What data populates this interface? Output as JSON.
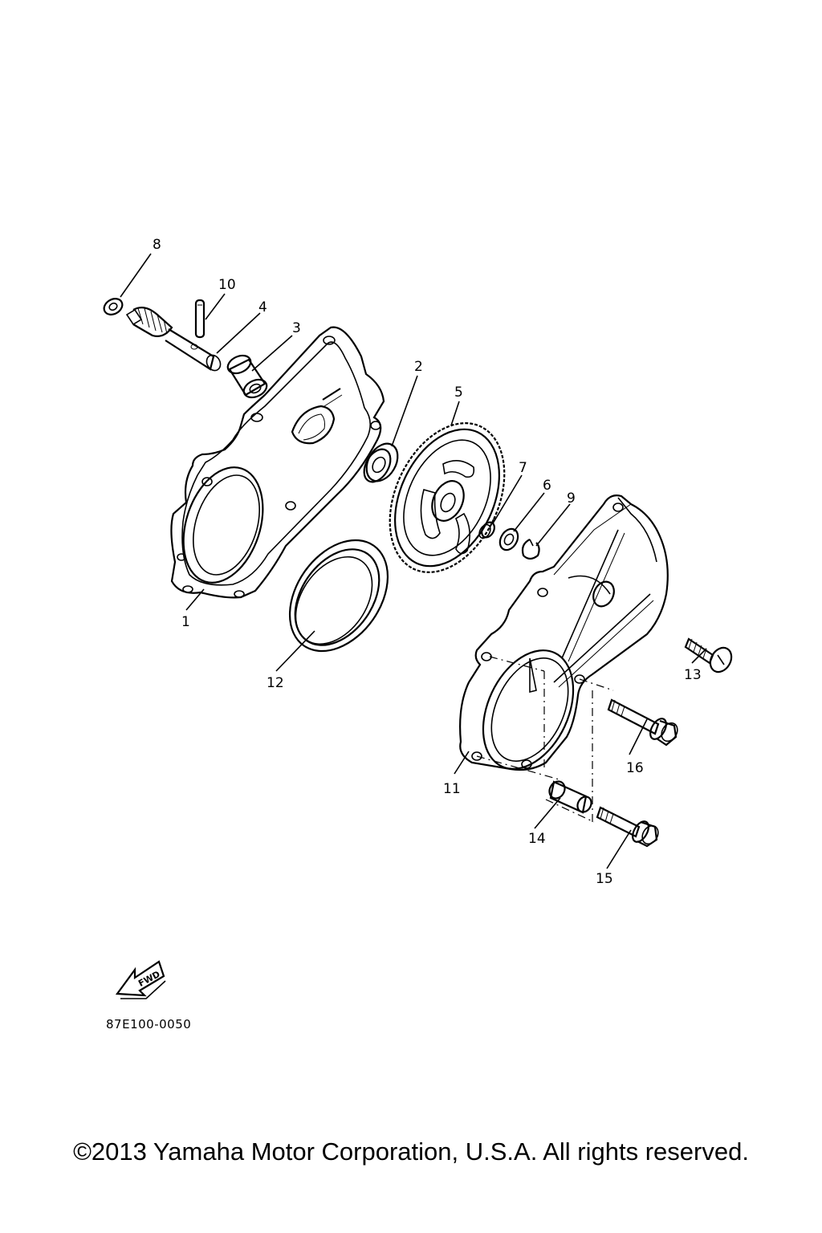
{
  "diagram": {
    "callouts": [
      {
        "id": "1",
        "label": "1"
      },
      {
        "id": "2",
        "label": "2"
      },
      {
        "id": "3",
        "label": "3"
      },
      {
        "id": "4",
        "label": "4"
      },
      {
        "id": "5",
        "label": "5"
      },
      {
        "id": "6",
        "label": "6"
      },
      {
        "id": "7",
        "label": "7"
      },
      {
        "id": "8",
        "label": "8"
      },
      {
        "id": "9",
        "label": "9"
      },
      {
        "id": "10",
        "label": "10"
      },
      {
        "id": "11",
        "label": "11"
      },
      {
        "id": "12",
        "label": "12"
      },
      {
        "id": "13",
        "label": "13"
      },
      {
        "id": "14",
        "label": "14"
      },
      {
        "id": "15",
        "label": "15"
      },
      {
        "id": "16",
        "label": "16"
      }
    ],
    "fwd_label": "FWD",
    "part_code": "87E100-0050"
  },
  "footer": {
    "copyright": "©2013 Yamaha Motor Corporation, U.S.A. All rights reserved."
  }
}
